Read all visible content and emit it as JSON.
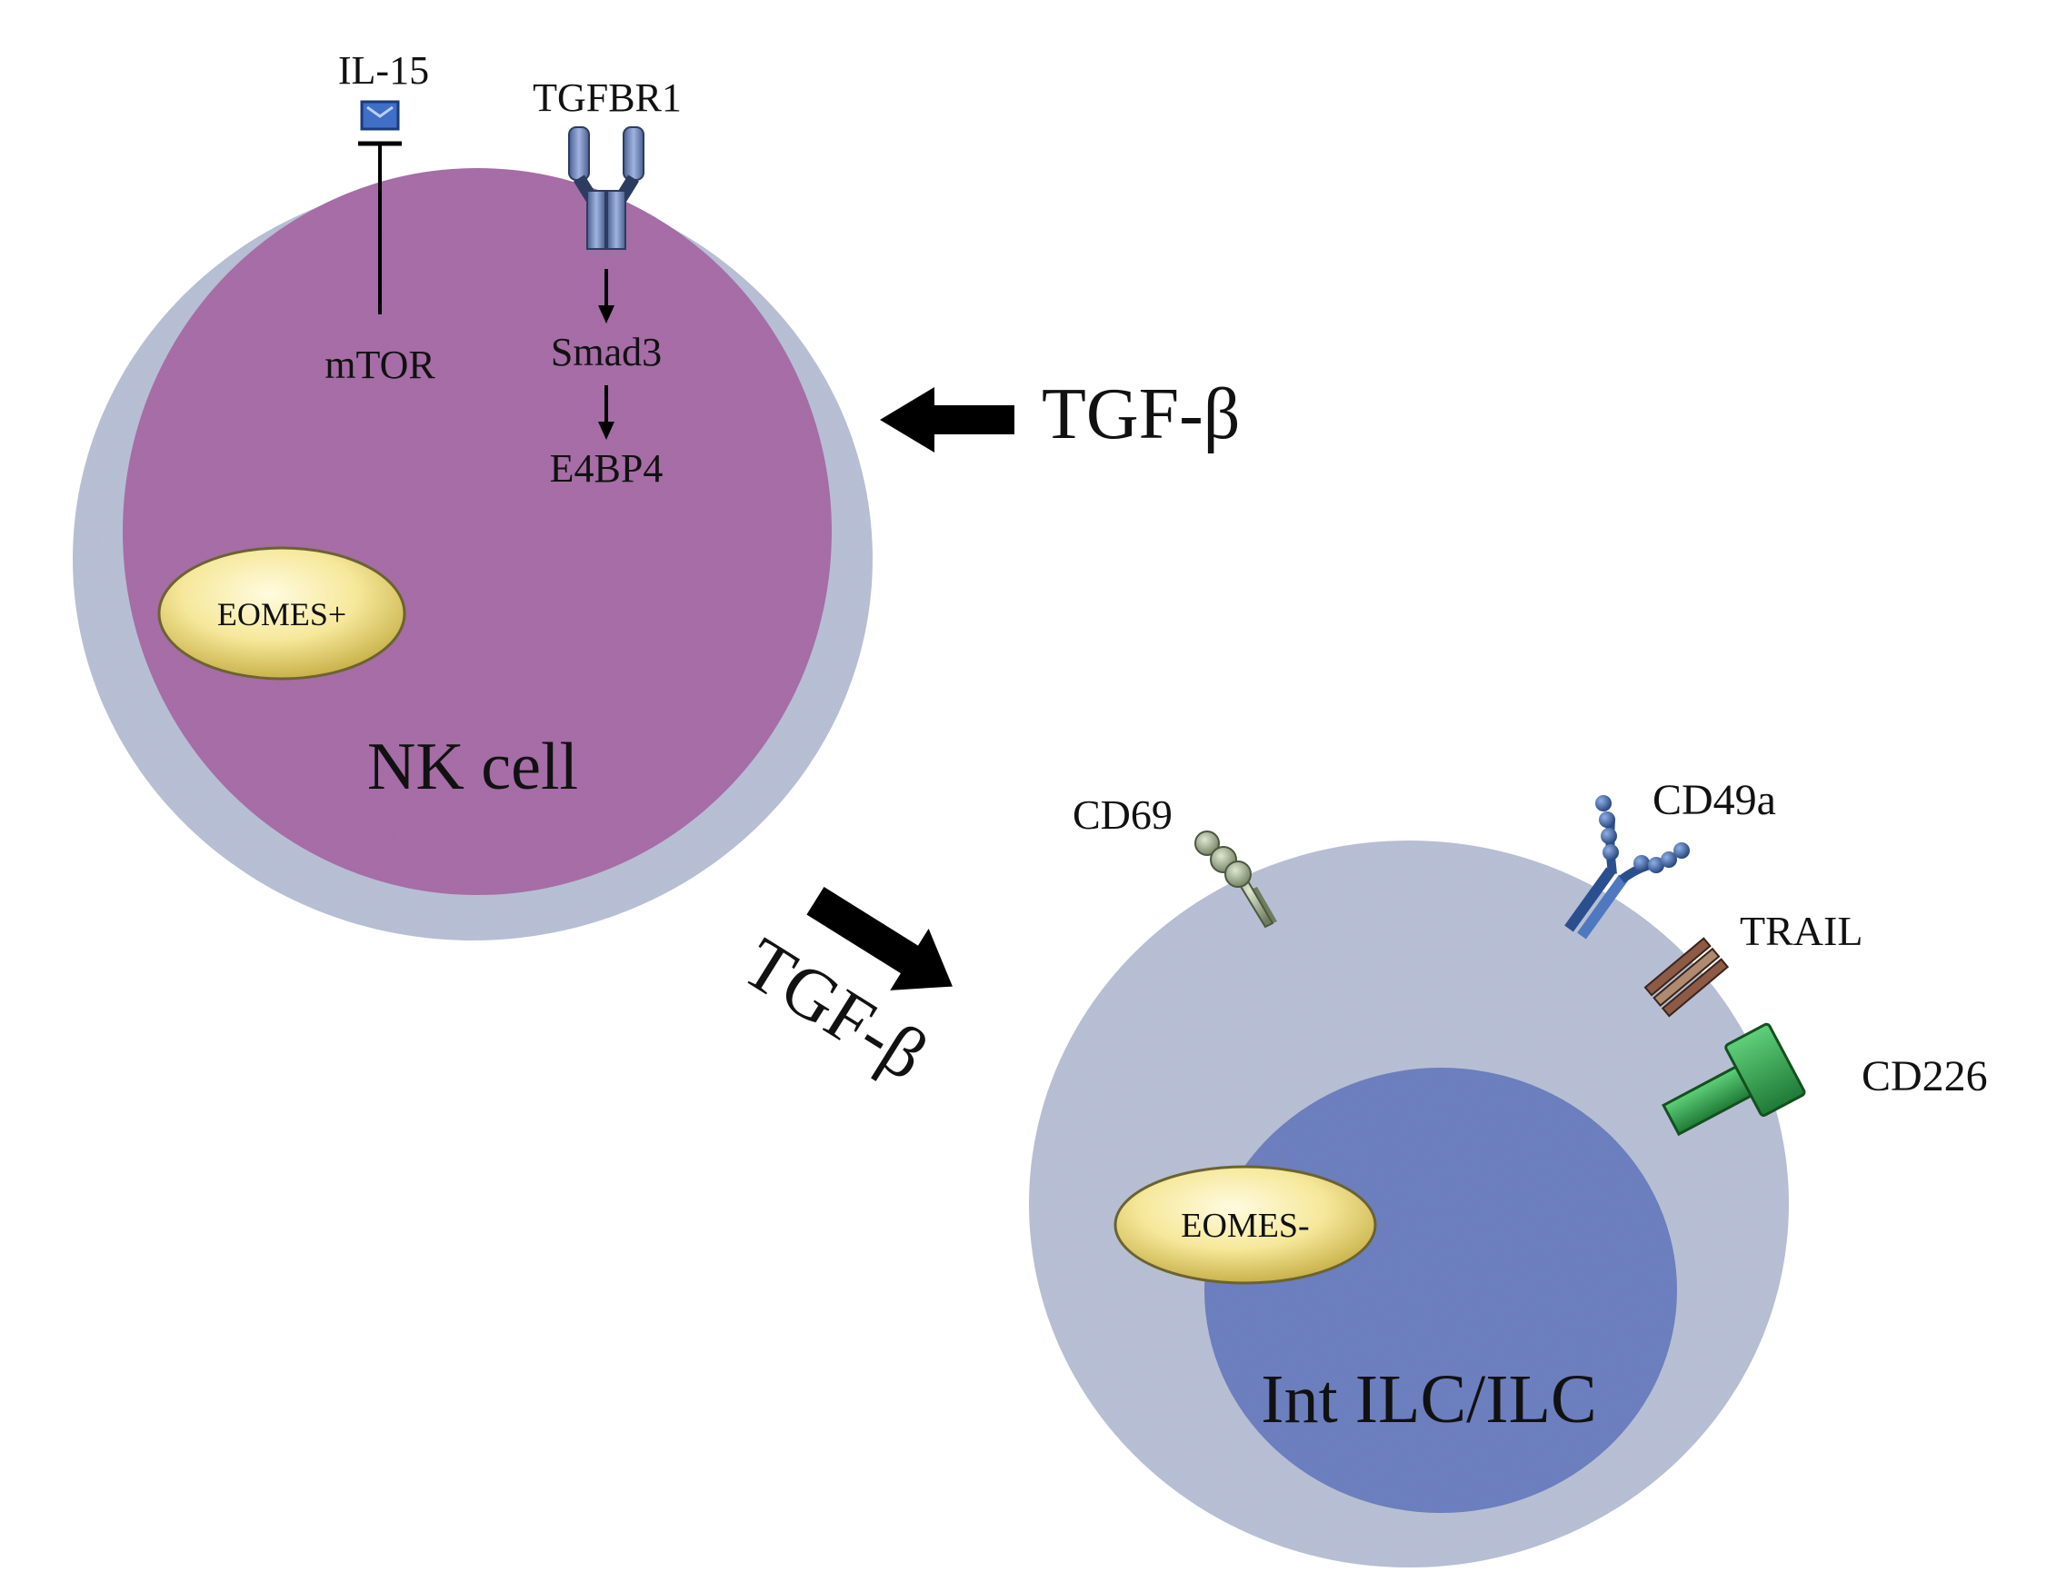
{
  "nk_cell": {
    "label": "NK cell",
    "nucleus_tf": "EOMES+",
    "il15_label": "IL-15",
    "receptor_label": "TGFBR1",
    "mtor_label": "mTOR",
    "smad3_label": "Smad3",
    "e4bp4_label": "E4BP4"
  },
  "tgf_top": {
    "label": "TGF-β"
  },
  "tgf_mid": {
    "label": "TGF-β"
  },
  "ilc_cell": {
    "label": "Int ILC/ILC",
    "nucleus_tf": "EOMES-",
    "markers": {
      "cd69": "CD69",
      "cd49a": "CD49a",
      "trail": "TRAIL",
      "cd226": "CD226"
    }
  },
  "colors": {
    "membrane": "#b9c1d6",
    "nk_cytoplasm": "#a86ea8",
    "ilc_nucleus": "#6d80c0",
    "eomes_fill": "#f6e89a",
    "receptor": "#7f95c6",
    "cd69": "#9fae8f",
    "cd49a": "#3f64a8",
    "trail": "#8d5a45",
    "cd226": "#2c9a4a"
  }
}
